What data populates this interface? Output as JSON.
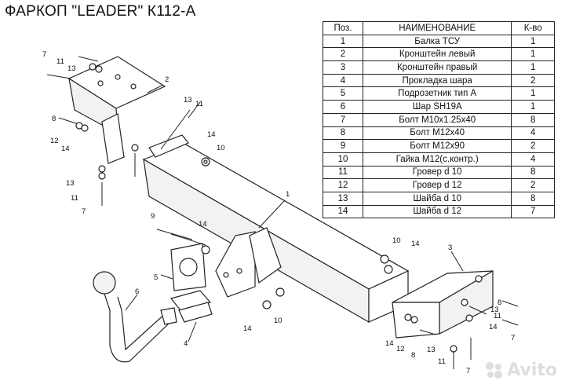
{
  "title": "ФАРКОП \"LEADER\" К112-А",
  "table": {
    "headers": [
      "Поз.",
      "НАИМЕНОВАНИЕ",
      "К-во"
    ],
    "rows": [
      [
        "1",
        "Балка ТСУ",
        "1"
      ],
      [
        "2",
        "Кронштейн левый",
        "1"
      ],
      [
        "3",
        "Кронштейн правый",
        "1"
      ],
      [
        "4",
        "Прокладка шара",
        "2"
      ],
      [
        "5",
        "Подрозетник тип А",
        "1"
      ],
      [
        "6",
        "Шар SH19A",
        "1"
      ],
      [
        "7",
        "Болт М10х1.25х40",
        "8"
      ],
      [
        "8",
        "Болт М12х40",
        "4"
      ],
      [
        "9",
        "Болт М12х90",
        "2"
      ],
      [
        "10",
        "Гайка М12(с.контр.)",
        "4"
      ],
      [
        "11",
        "Гровер d 10",
        "8"
      ],
      [
        "12",
        "Гровер d 12",
        "2"
      ],
      [
        "13",
        "Шайба d 10",
        "8"
      ],
      [
        "14",
        "Шайба d 12",
        "7"
      ]
    ]
  },
  "callouts": {
    "c1": "1",
    "c2": "2",
    "c3": "3",
    "c4": "4",
    "c5": "5",
    "c6": "6",
    "c7a": "7",
    "c7b": "7",
    "c7c": "7",
    "c7d": "7",
    "c8a": "8",
    "c8b": "8",
    "c8c": "8",
    "c9": "9",
    "c10a": "10",
    "c10b": "10",
    "c10c": "10",
    "c11a": "11",
    "c11b": "11",
    "c11c": "11",
    "c11d": "11",
    "c11e": "11",
    "c12a": "12",
    "c12b": "12",
    "c13a": "13",
    "c13b": "13",
    "c13c": "13",
    "c13d": "13",
    "c13e": "13",
    "c14a": "14",
    "c14b": "14",
    "c14c": "14",
    "c14d": "14",
    "c14e": "14",
    "c14f": "14",
    "c14g": "14"
  },
  "watermark": {
    "text": "Avito",
    "icon": "avito-logo-icon"
  }
}
